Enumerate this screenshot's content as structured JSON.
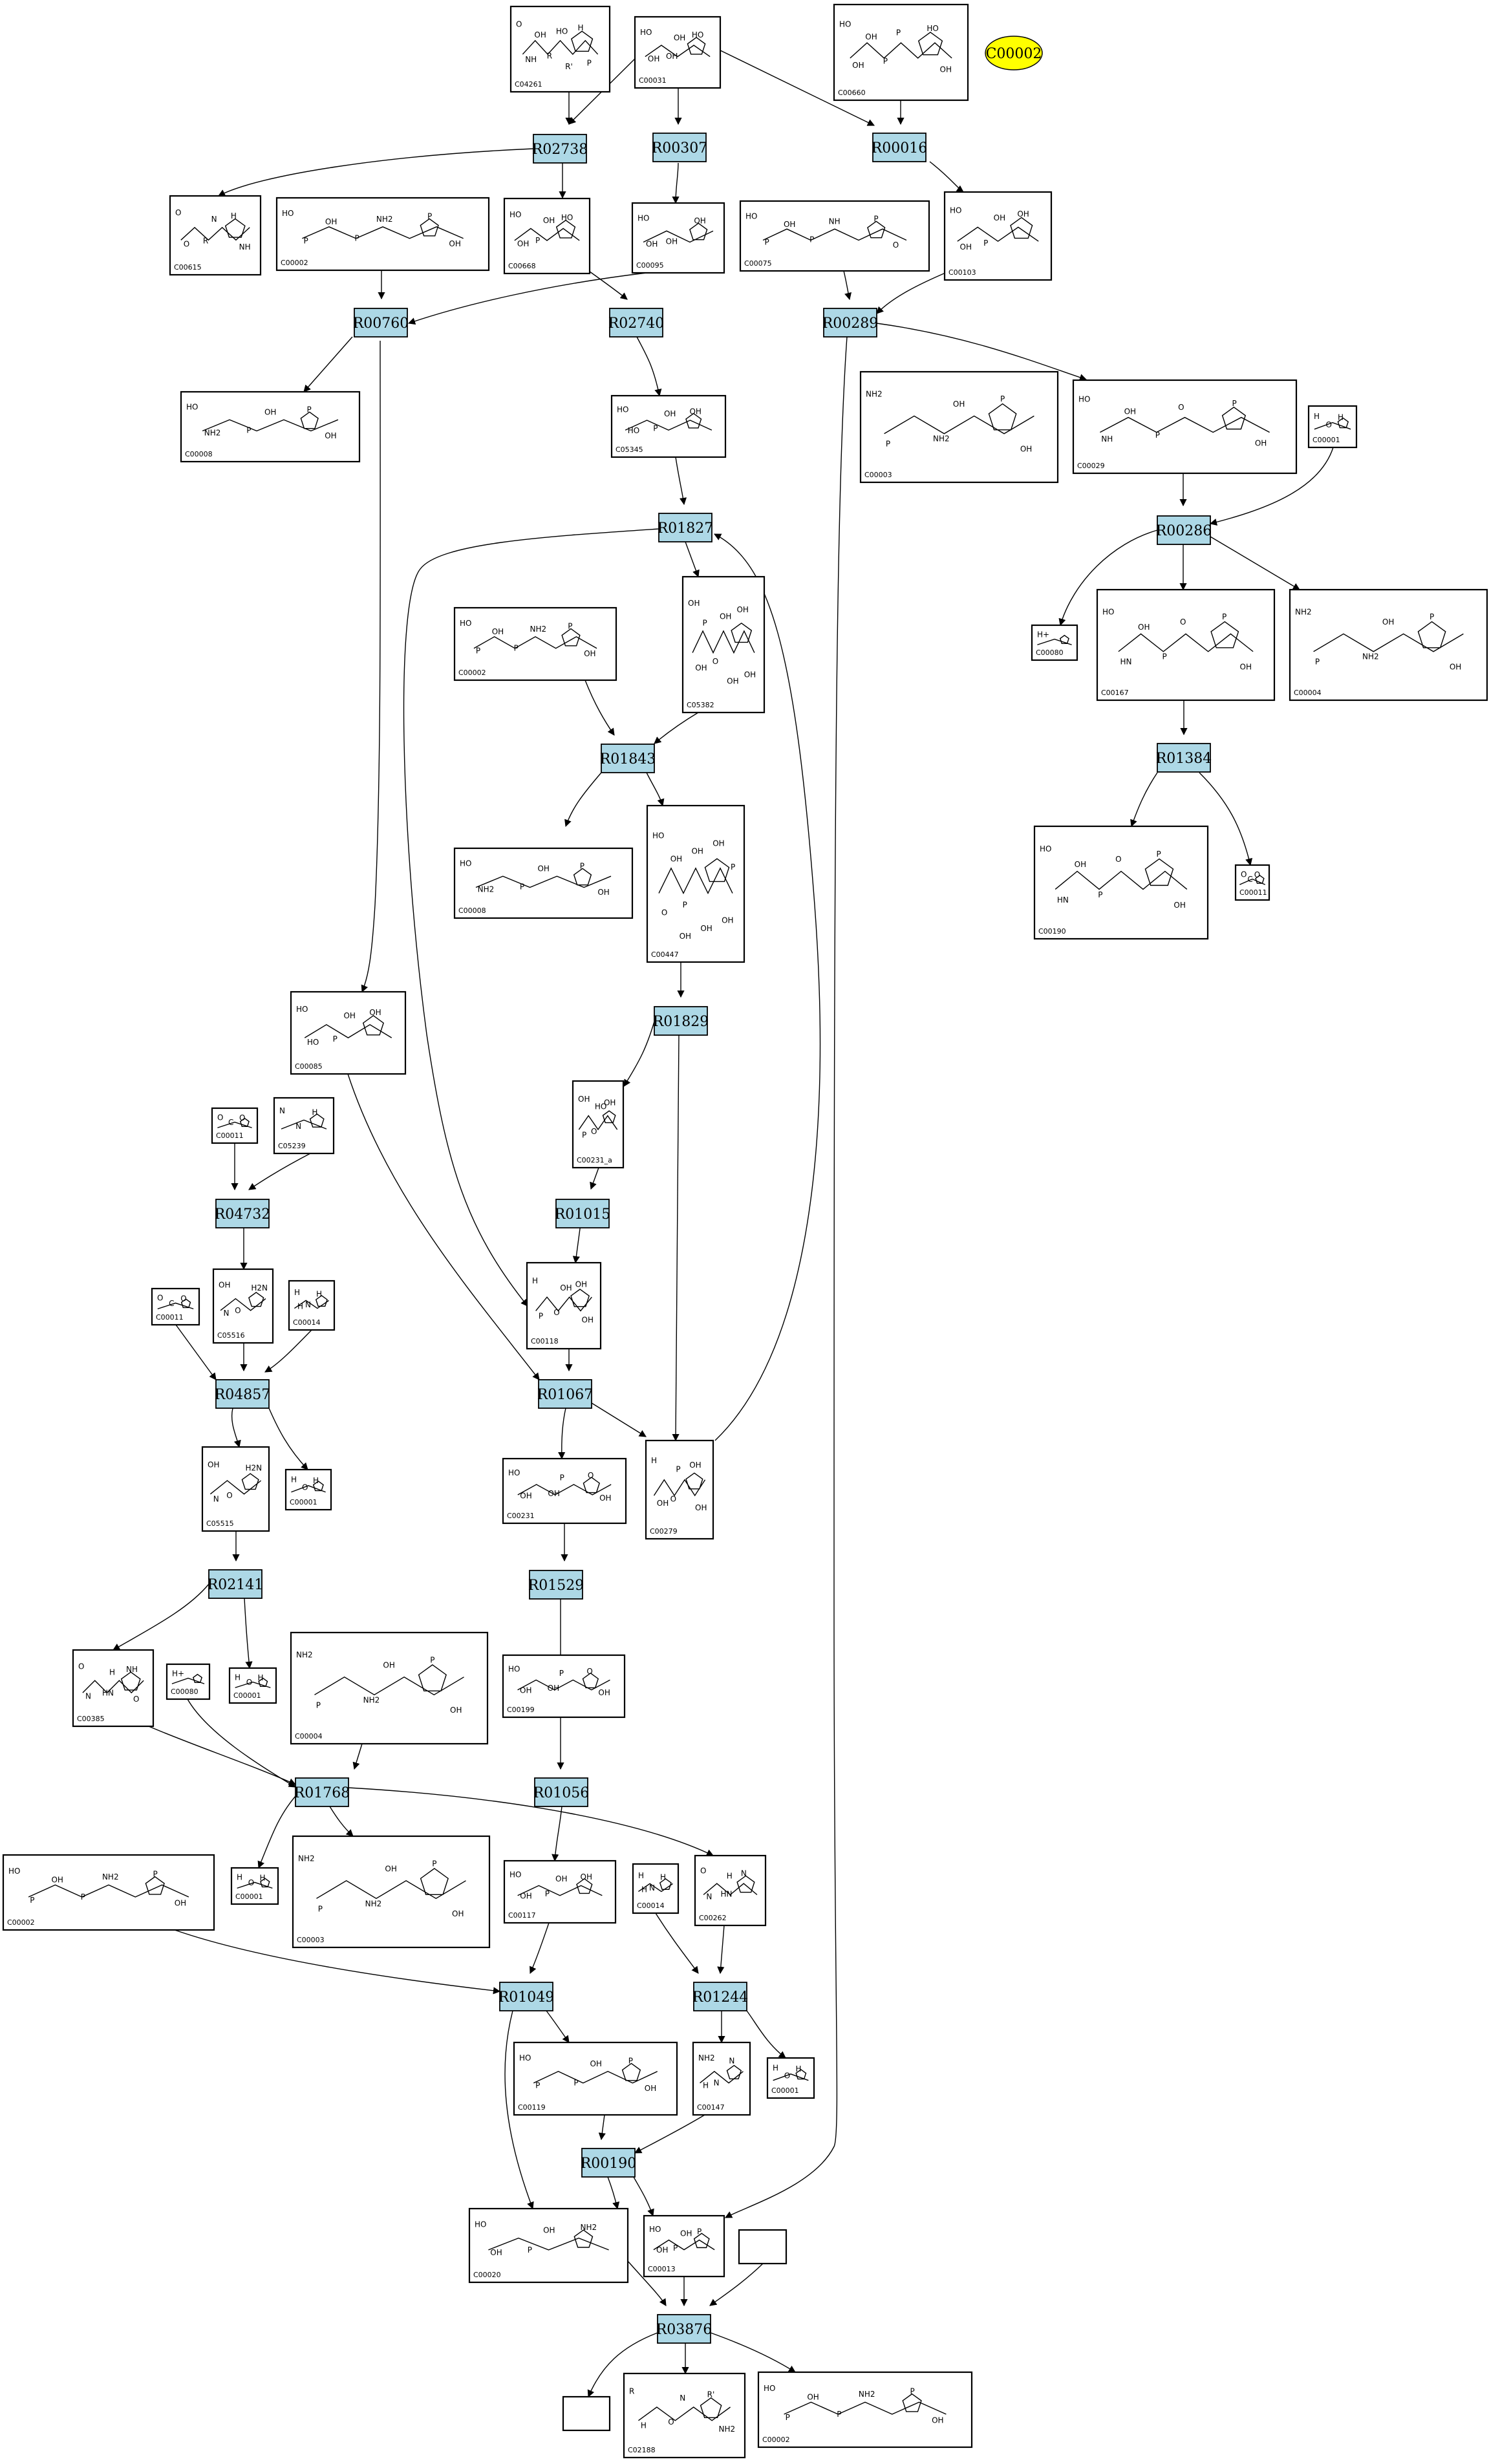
{
  "colors": {
    "reaction_fill": "#add8e6",
    "oval_fill": "#ffff00",
    "stroke": "#000000"
  },
  "legend_oval": {
    "label": "C00002"
  },
  "reactions": [
    "R02738",
    "R00307",
    "R00016",
    "R00760",
    "R02740",
    "R00289",
    "R01827",
    "R00286",
    "R01843",
    "R01384",
    "R01829",
    "R04732",
    "R01015",
    "R04857",
    "R01067",
    "R02141",
    "R01529",
    "R01768",
    "R01056",
    "R01049",
    "R01244",
    "R00190",
    "R03876"
  ],
  "compounds": [
    {
      "id": "C04261",
      "atoms": [
        "O",
        "R",
        "H",
        "NH",
        "HO",
        "P",
        "OH",
        "R'"
      ]
    },
    {
      "id": "C00031",
      "atoms": [
        "HO",
        "OH",
        "HO",
        "OH",
        "OH"
      ]
    },
    {
      "id": "C00660",
      "atoms": [
        "HO",
        "P",
        "HO",
        "OH",
        "P",
        "OH",
        "OH"
      ]
    },
    {
      "id": "C00615",
      "atoms": [
        "O",
        "R",
        "H",
        "O",
        "N",
        "NH"
      ]
    },
    {
      "id": "C00002",
      "atoms": [
        "HO",
        "P",
        "P",
        "P",
        "NH2",
        "OH",
        "OH"
      ]
    },
    {
      "id": "C00668",
      "atoms": [
        "HO",
        "P",
        "HO",
        "OH",
        "OH"
      ]
    },
    {
      "id": "C00095",
      "atoms": [
        "HO",
        "OH",
        "OH",
        "OH"
      ]
    },
    {
      "id": "C00075",
      "atoms": [
        "HO",
        "P",
        "P",
        "P",
        "NH",
        "O",
        "OH"
      ]
    },
    {
      "id": "C00103",
      "atoms": [
        "HO",
        "P",
        "OH",
        "OH",
        "OH"
      ]
    },
    {
      "id": "C00008",
      "atoms": [
        "HO",
        "P",
        "P",
        "NH2",
        "OH",
        "OH"
      ]
    },
    {
      "id": "C05345",
      "atoms": [
        "HO",
        "P",
        "OH",
        "HO",
        "OH"
      ]
    },
    {
      "id": "C00003",
      "atoms": [
        "NH2",
        "NH2",
        "P",
        "P",
        "OH",
        "OH"
      ]
    },
    {
      "id": "C00029",
      "atoms": [
        "HO",
        "P",
        "P",
        "NH",
        "O",
        "OH",
        "OH"
      ]
    },
    {
      "id": "C00001",
      "atoms": [
        "H",
        "O",
        "H"
      ]
    },
    {
      "id": "C00002",
      "atoms": [
        "HO",
        "P",
        "P",
        "P",
        "NH2",
        "OH",
        "OH"
      ]
    },
    {
      "id": "C05382",
      "atoms": [
        "OH",
        "O",
        "OH",
        "OH",
        "OH",
        "OH",
        "P",
        "OH"
      ]
    },
    {
      "id": "C00080",
      "atoms": [
        "H+"
      ]
    },
    {
      "id": "C00167",
      "atoms": [
        "HO",
        "P",
        "P",
        "HN",
        "O",
        "OH",
        "OH"
      ]
    },
    {
      "id": "C00004",
      "atoms": [
        "NH2",
        "NH2",
        "P",
        "P",
        "OH",
        "OH"
      ]
    },
    {
      "id": "C00008",
      "atoms": [
        "HO",
        "P",
        "P",
        "NH2",
        "OH",
        "OH"
      ]
    },
    {
      "id": "C00447",
      "atoms": [
        "HO",
        "P",
        "OH",
        "O",
        "OH",
        "OH",
        "OH",
        "OH",
        "P",
        "OH"
      ]
    },
    {
      "id": "C00190",
      "atoms": [
        "HO",
        "P",
        "P",
        "HN",
        "O",
        "OH",
        "OH"
      ]
    },
    {
      "id": "C00011",
      "atoms": [
        "O",
        "C",
        "O"
      ]
    },
    {
      "id": "C00085",
      "atoms": [
        "HO",
        "P",
        "OH",
        "HO",
        "OH"
      ]
    },
    {
      "id": "C00231_a",
      "atoms": [
        "OH",
        "O",
        "OH",
        "P",
        "HO"
      ]
    },
    {
      "id": "C00011",
      "atoms": [
        "O",
        "C",
        "O"
      ]
    },
    {
      "id": "C05239",
      "atoms": [
        "N",
        "N",
        "H"
      ]
    },
    {
      "id": "C05516",
      "atoms": [
        "OH",
        "O",
        "H2N",
        "N"
      ]
    },
    {
      "id": "C00011",
      "atoms": [
        "O",
        "C",
        "O"
      ]
    },
    {
      "id": "C00014",
      "atoms": [
        "H",
        "N",
        "H",
        "H"
      ]
    },
    {
      "id": "C00118",
      "atoms": [
        "H",
        "O",
        "OH",
        "P",
        "OH",
        "OH"
      ]
    },
    {
      "id": "C05515",
      "atoms": [
        "OH",
        "O",
        "H2N",
        "N"
      ]
    },
    {
      "id": "C00001",
      "atoms": [
        "H",
        "O",
        "H"
      ]
    },
    {
      "id": "C00231",
      "atoms": [
        "HO",
        "OH",
        "O",
        "OH",
        "P",
        "OH"
      ]
    },
    {
      "id": "C00279",
      "atoms": [
        "H",
        "O",
        "OH",
        "OH",
        "P",
        "OH"
      ]
    },
    {
      "id": "C00385",
      "atoms": [
        "O",
        "HN",
        "NH",
        "N",
        "H",
        "O"
      ]
    },
    {
      "id": "C00080",
      "atoms": [
        "H+"
      ]
    },
    {
      "id": "C00001",
      "atoms": [
        "H",
        "O",
        "H"
      ]
    },
    {
      "id": "C00004",
      "atoms": [
        "NH2",
        "NH2",
        "P",
        "P",
        "OH",
        "OH"
      ]
    },
    {
      "id": "C00199",
      "atoms": [
        "HO",
        "OH",
        "O",
        "OH",
        "P",
        "OH"
      ]
    },
    {
      "id": "C00002",
      "atoms": [
        "HO",
        "P",
        "P",
        "P",
        "NH2",
        "OH",
        "OH"
      ]
    },
    {
      "id": "C00001",
      "atoms": [
        "H",
        "O",
        "H"
      ]
    },
    {
      "id": "C00003",
      "atoms": [
        "NH2",
        "NH2",
        "P",
        "P",
        "OH",
        "OH"
      ]
    },
    {
      "id": "C00117",
      "atoms": [
        "HO",
        "P",
        "OH",
        "OH",
        "OH"
      ]
    },
    {
      "id": "C00014",
      "atoms": [
        "H",
        "N",
        "H",
        "H"
      ]
    },
    {
      "id": "C00262",
      "atoms": [
        "O",
        "HN",
        "N",
        "N",
        "H"
      ]
    },
    {
      "id": "C00119",
      "atoms": [
        "HO",
        "P",
        "P",
        "P",
        "OH",
        "OH"
      ]
    },
    {
      "id": "C00147",
      "atoms": [
        "NH2",
        "N",
        "N",
        "H"
      ]
    },
    {
      "id": "C00001",
      "atoms": [
        "H",
        "O",
        "H"
      ]
    },
    {
      "id": "C00020",
      "atoms": [
        "HO",
        "P",
        "NH2",
        "OH",
        "OH"
      ]
    },
    {
      "id": "C00013",
      "atoms": [
        "HO",
        "P",
        "P",
        "OH",
        "OH"
      ]
    },
    {
      "id": "",
      "atoms": []
    },
    {
      "id": "",
      "atoms": []
    },
    {
      "id": "C02188",
      "atoms": [
        "R",
        "O",
        "R'",
        "H",
        "N",
        "NH2"
      ]
    },
    {
      "id": "C00002",
      "atoms": [
        "HO",
        "P",
        "P",
        "P",
        "NH2",
        "OH",
        "OH"
      ]
    }
  ]
}
